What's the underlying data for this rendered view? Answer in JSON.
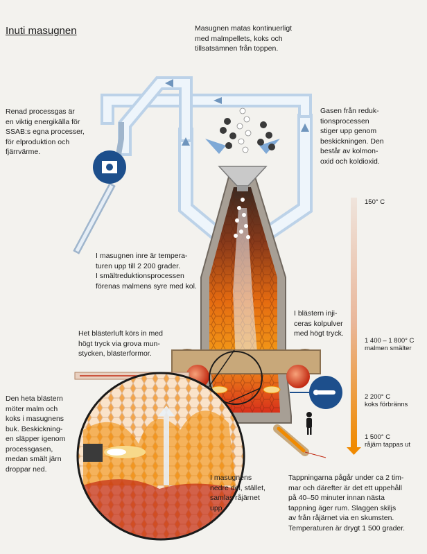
{
  "title": "Inuti masugnen",
  "texts": {
    "top": "Masugnen matas kontinuerligt\nmed malmpellets, koks och\ntillsatsämnen från toppen.",
    "left_gas": "Renad processgas är\nen viktig energikälla för\nSSAB:s egna processer,\nför elproduktion och\nfjärrvärme.",
    "right_gas": "Gasen från reduk-\ntionsprocessen\nstiger upp genom\nbeskickningen. Den\nbestår av kolmon-\noxid och koldioxid.",
    "inner_temp": "I masugnen inre är tempera-\nturen upp till 2 200 grader.\nI smältreduktionsprocessen\nförenas malmens syre med kol.",
    "coal": "I blästern inji-\nceras kolpulver\nmed högt tryck.",
    "hot_air": "Het blästerluft körs in med\nhögt tryck via grova mun-\nstycken, blästerformor.",
    "hot_blast": "Den heta blästern\nmöter malm och\nkoks i masugnens\nbuk. Beskickning-\nen släpper igenom\nprocessgasen,\nmedan smält järn\ndroppar ned.",
    "lower": "I masugnens\nnedre del, stället,\nsamlas råjärnet\nupp.",
    "tapping": "Tappningarna pågår under ca 2 tim-\nmar och därefter är det ett uppehåll\npå 40–50 minuter innan nästa\ntappning äger rum. Slaggen skiljs\nav från råjärnet via en skumsten.\nTemperaturen är drygt 1 500 grader."
  },
  "scale": {
    "t150": "150° C",
    "t1400": "1 400 – 1 800° C\nmalmen smälter",
    "t2200": "2 200° C\nkoks förbränns",
    "t1500": "1 500° C\nråjärn tappas ut"
  },
  "icons": [
    "power-plant-icon",
    "injection-lance-icon",
    "worker-figure-icon"
  ],
  "colors": {
    "accent_blue": "#1d4f8c",
    "scale_top": "#e8d6c9",
    "scale_bottom": "#f08a00",
    "pipe_blue": "#cfe0f0",
    "hot_orange": "#f08a00",
    "hot_red": "#c22a12",
    "furnace_shell": "#9a9289",
    "tuyere_ring": "#c8a87a"
  }
}
